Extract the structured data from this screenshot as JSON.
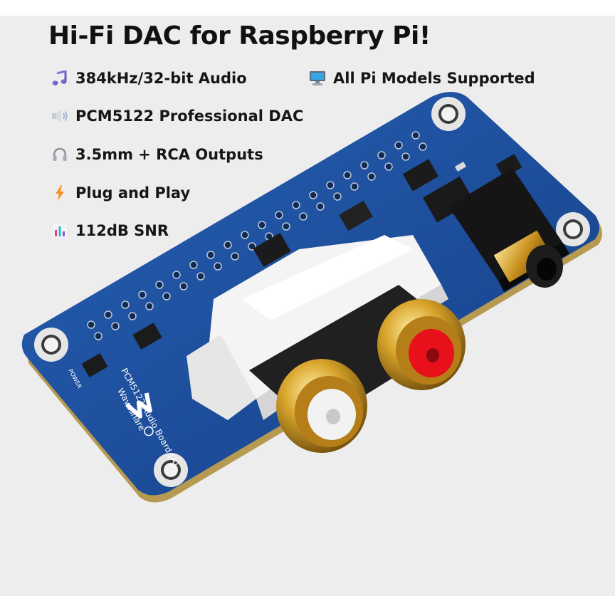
{
  "title": "Hi-Fi DAC for Raspberry Pi!",
  "features": [
    {
      "icon": "music-note-icon",
      "label": "384kHz/32-bit Audio"
    },
    {
      "icon": "computer-icon",
      "label": "All Pi Models Supported"
    },
    {
      "icon": "speaker-icon",
      "label": "PCM5122 Professional DAC"
    },
    {
      "icon": "headphones-icon",
      "label": "3.5mm + RCA Outputs"
    },
    {
      "icon": "lightning-icon",
      "label": "Plug and Play"
    },
    {
      "icon": "bar-chart-icon",
      "label": "112dB SNR"
    }
  ],
  "board": {
    "silkscreen_model": "PCM5122 Audio Board (A)",
    "silkscreen_brand": "Waveshare",
    "silkscreen_power": "POWER",
    "pcb_color": "#1d4f9c",
    "rca_left_color": "#f2f2f2",
    "rca_right_color": "#e8101a"
  }
}
